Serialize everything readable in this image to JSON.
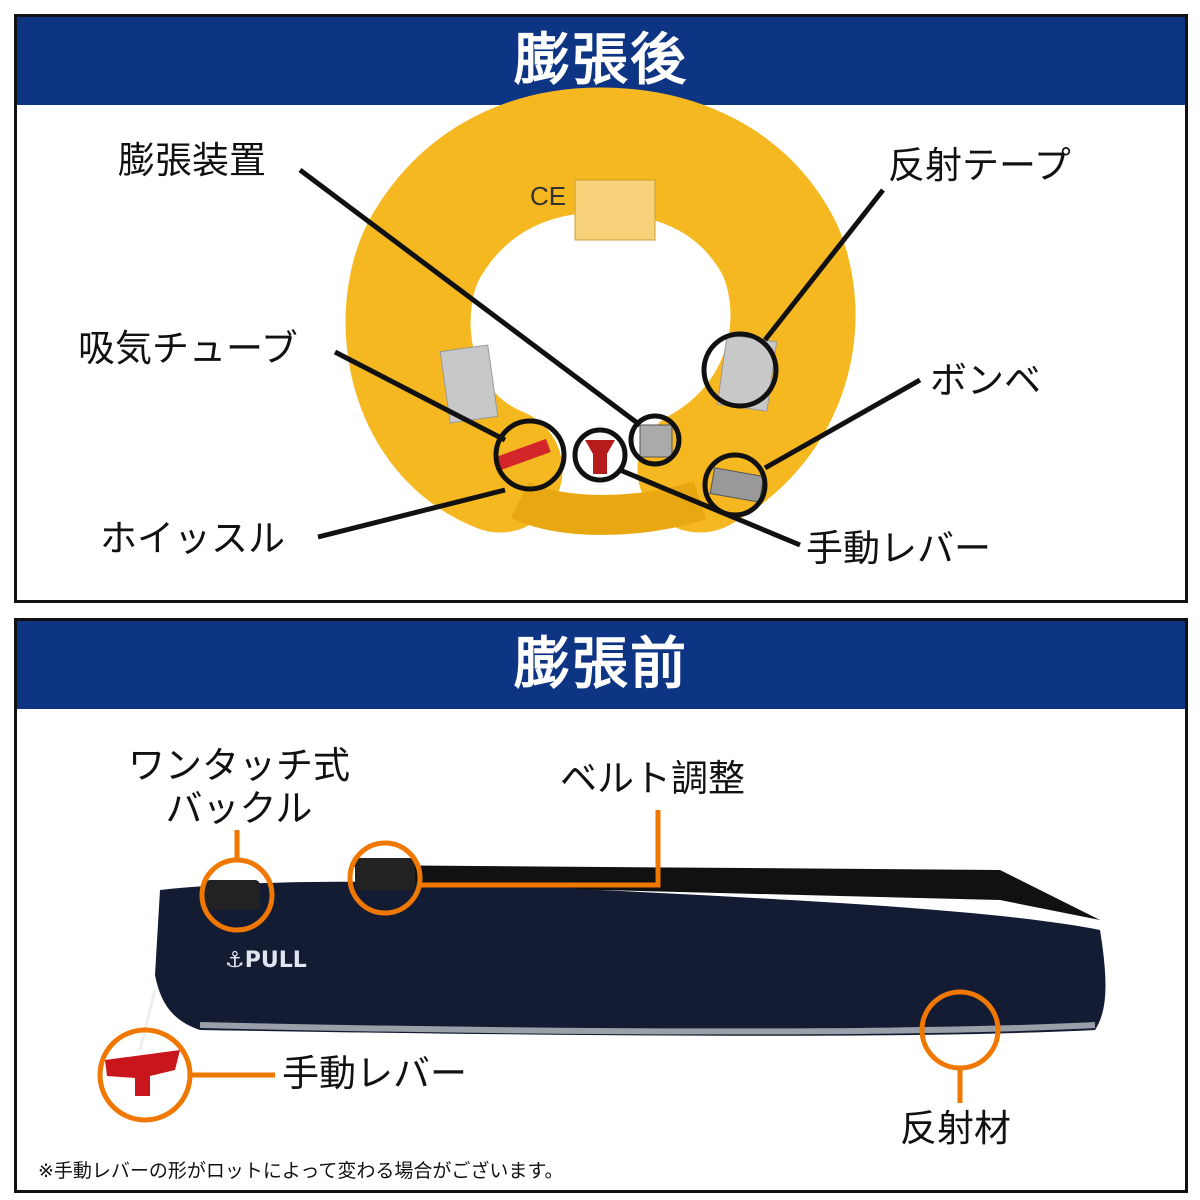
{
  "after": {
    "title": "膨張後",
    "labels": {
      "inflator": "膨張装置",
      "reflective_tape": "反射テープ",
      "oral_tube": "吸気チューブ",
      "cylinder": "ボンベ",
      "whistle": "ホイッスル",
      "manual_lever": "手動レバー"
    }
  },
  "before": {
    "title": "膨張前",
    "labels": {
      "buckle_line1": "ワンタッチ式",
      "buckle_line2": "バックル",
      "belt_adjust": "ベルト調整",
      "manual_lever": "手動レバー",
      "reflective_material": "反射材"
    },
    "brand_mark": "PULL"
  },
  "note": "※手動レバーの形がロットによって変わる場合がございます。",
  "colors": {
    "header": "#0d3584",
    "callout_orange": "#f07800",
    "vest_yellow": "#f5b820",
    "belt_navy": "#141c34"
  }
}
